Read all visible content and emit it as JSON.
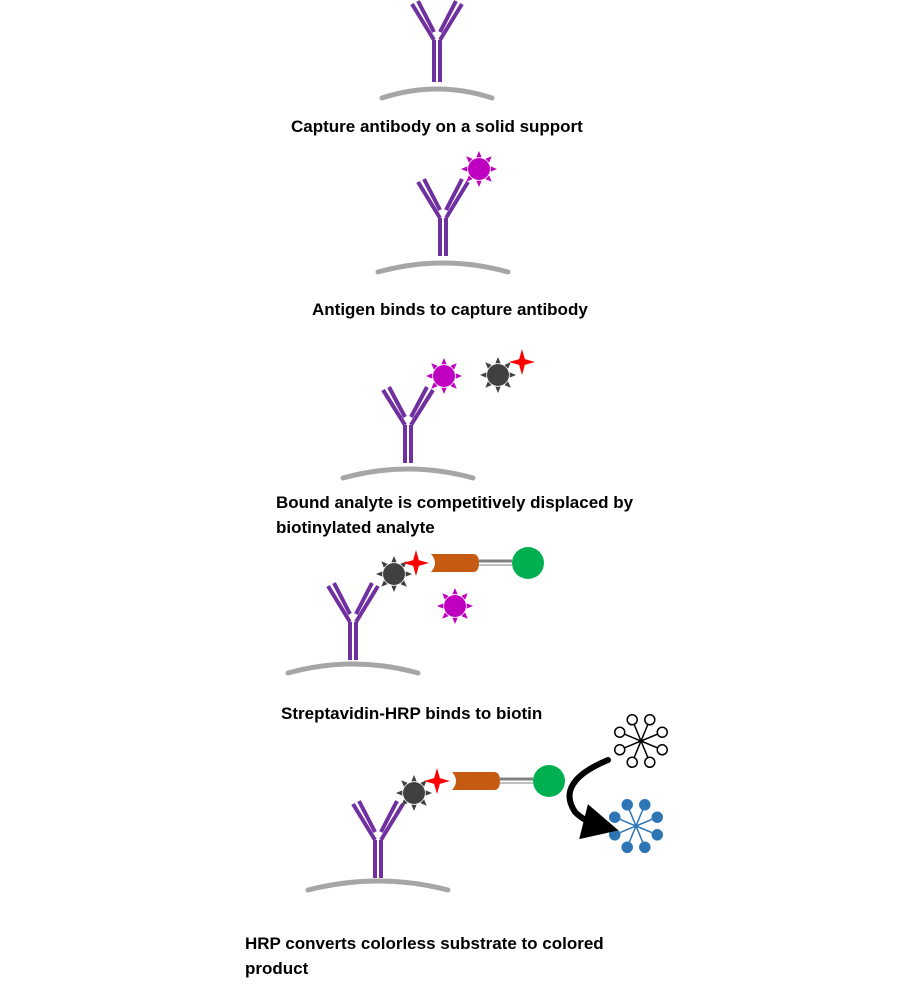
{
  "steps": [
    {
      "caption": "Capture antibody on a solid support"
    },
    {
      "caption": "Antigen binds to capture antibody"
    },
    {
      "caption_line1": "Bound analyte is competitively displaced by",
      "caption_line2": "biotinylated analyte"
    },
    {
      "caption": "Streptavidin-HRP binds to biotin"
    },
    {
      "caption_line1": "HRP converts colorless substrate to colored",
      "caption_line2": "product"
    }
  ],
  "colors": {
    "antibody": "#7030a0",
    "solid_support": "#a6a6a6",
    "antigen": "#c000c0",
    "biotinylated_analyte": "#404040",
    "biotin": "#ff0000",
    "streptavidin": "#c55a11",
    "linker": "#808080",
    "hrp": "#00b050",
    "colored_product": "#2e75b6",
    "arrow": "#000000"
  },
  "icons": [
    "antibody-icon",
    "solid-support-icon",
    "antigen-icon",
    "biotinylated-analyte-icon",
    "biotin-star-icon",
    "streptavidin-hrp-icon",
    "substrate-icon",
    "product-icon",
    "conversion-arrow-icon"
  ]
}
